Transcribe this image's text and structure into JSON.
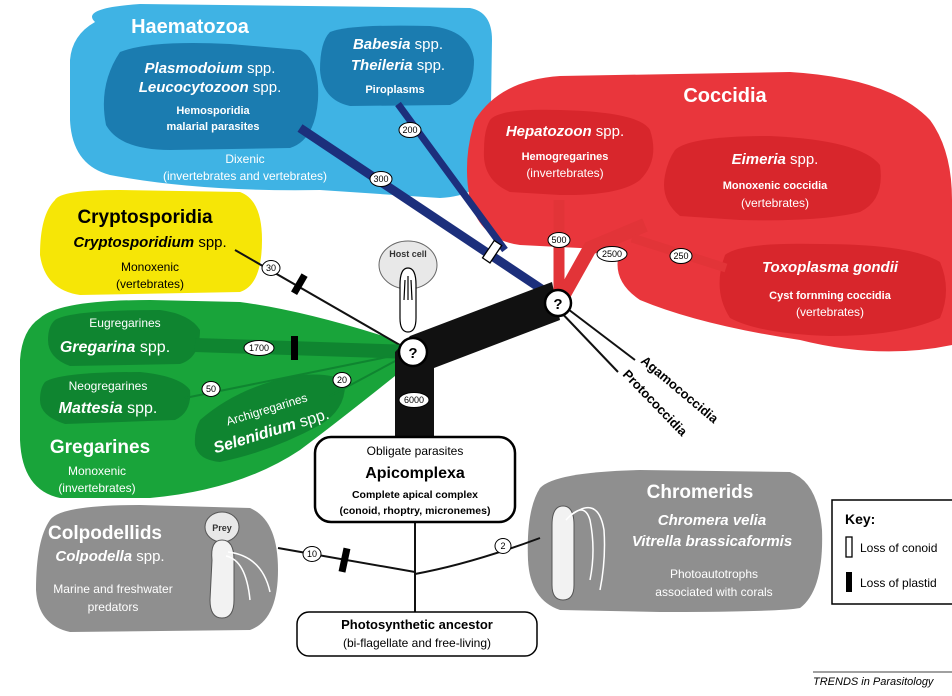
{
  "colors": {
    "haematozoa": "#3fb3e4",
    "haematozoa_inner": "#1b7cb0",
    "coccidia": "#e9363c",
    "coccidia_inner": "#d8262c",
    "cryptosporidia": "#f6e606",
    "gregarines": "#19a43a",
    "gregarines_inner": "#0f8530",
    "gray_group": "#8f8f8f",
    "navy_branch": "#1c2f7c",
    "red_branch": "#e23438"
  },
  "haematozoa": {
    "title": "Haematozoa",
    "plasmodium_genus": "Plasmodoium",
    "plasmodium_spp": " spp.",
    "leucocytozoon_genus": "Leucocytozoon",
    "leucocytozoon_spp": " spp.",
    "hemosporidia": "Hemosporidia",
    "malarial": "malarial parasites",
    "babesia_genus": "Babesia",
    "babesia_spp": " spp.",
    "theileria_genus": "Theileria",
    "theileria_spp": " spp.",
    "piroplasms": "Piroplasms",
    "dixenic": "Dixenic",
    "dixenic_hosts": "(invertebrates and vertebrates)"
  },
  "coccidia": {
    "title": "Coccidia",
    "hepatozoon_genus": "Hepatozoon",
    "hepatozoon_spp": " spp.",
    "hemogregarines": "Hemogregarines",
    "hemogregarines_hosts": "(invertebrates)",
    "eimeria_genus": "Eimeria",
    "eimeria_spp": " spp.",
    "monoxenic_coccidia": "Monoxenic coccidia",
    "eimeria_hosts": "(vertebrates)",
    "toxoplasma": "Toxoplasma gondii",
    "cyst_forming": "Cyst fornming coccidia",
    "toxoplasma_hosts": "(vertebrates)"
  },
  "cryptosporidia": {
    "title": "Cryptosporidia",
    "genus": "Cryptosporidium",
    "spp": " spp.",
    "monoxenic": "Monoxenic",
    "hosts": "(vertebrates)"
  },
  "gregarines": {
    "title": "Gregarines",
    "eugregarines": "Eugregarines",
    "gregarina_genus": "Gregarina",
    "gregarina_spp": " spp.",
    "neogregarines": "Neogregarines",
    "mattesia_genus": "Mattesia",
    "mattesia_spp": " spp.",
    "archigregarines": "Archigregarines",
    "selenidium": "Selenidium",
    "selenidium_spp": " spp.",
    "monoxenic": "Monoxenic",
    "hosts": "(invertebrates)"
  },
  "colpodellids": {
    "title": "Colpodellids",
    "genus": "Colpodella",
    "spp": " spp.",
    "prey": "Prey",
    "desc1": "Marine and freshwater",
    "desc2": "predators"
  },
  "chromerids": {
    "title": "Chromerids",
    "species1": "Chromera velia",
    "species2": "Vitrella brassicaformis",
    "desc1": "Photoautotrophs",
    "desc2": "associated with corals"
  },
  "apicomplexa": {
    "line1": "Obligate parasites",
    "name": "Apicomplexa",
    "line3": "Complete apical complex",
    "line4": "(conoid, rhoptry, micronemes)"
  },
  "ancestor": {
    "line1": "Photosynthetic ancestor",
    "line2": "(bi-flagellate and free-living)"
  },
  "host_cell": "Host cell",
  "question_mark": "?",
  "branch_labels": {
    "agamococcidia": "Agamococcidia",
    "protococcidia": "Protococcidia"
  },
  "badges": {
    "b200": "200",
    "b300": "300",
    "b500": "500",
    "b2500": "2500",
    "b250": "250",
    "b30": "30",
    "b1700": "1700",
    "b50": "50",
    "b20": "20",
    "b6000": "6000",
    "b10": "10",
    "b2": "2"
  },
  "key": {
    "title": "Key:",
    "conoid": "Loss of conoid",
    "plastid": "Loss of plastid"
  },
  "footer": "TRENDS in Parasitology"
}
